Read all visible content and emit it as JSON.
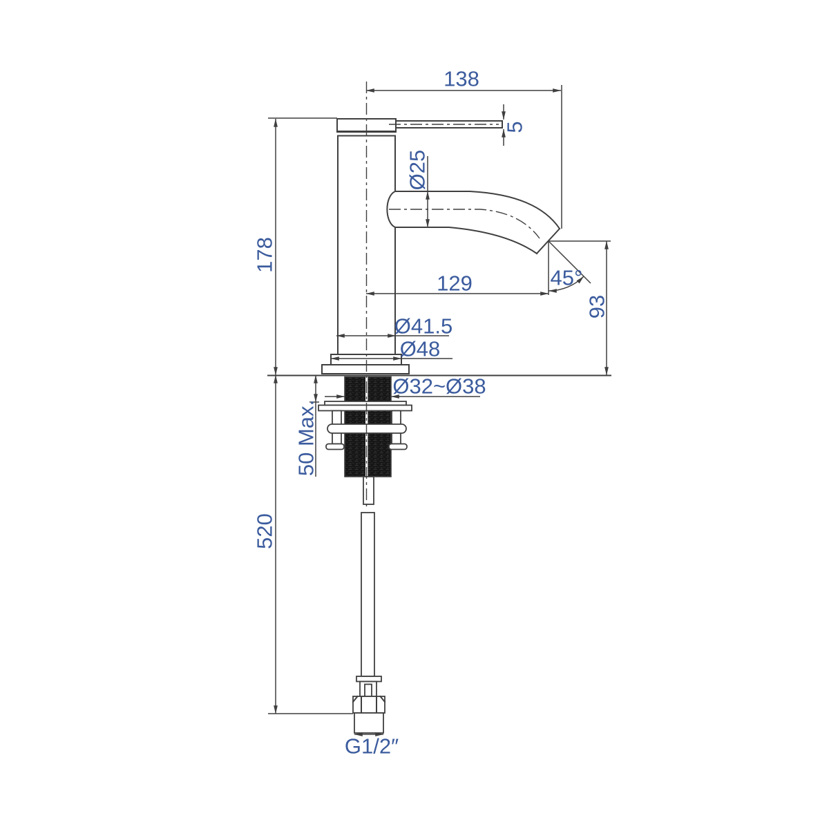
{
  "drawing": {
    "dimensions": {
      "spout_height_offset": "138",
      "lever_thickness": "5",
      "spout_diameter": "Ø25",
      "body_height": "178",
      "spout_reach": "129",
      "outlet_angle": "45°",
      "outlet_height": "93",
      "body_diameter": "Ø41.5",
      "base_diameter": "Ø48",
      "hole_range": "Ø32~Ø38",
      "deck_max": "50 Max.",
      "hose_length": "520",
      "thread_size": "G1/2″"
    },
    "colors": {
      "background": "#ffffff",
      "line": "#3f3f3f",
      "dimension_text": "#3b5b9d",
      "thread_fill": "#161616"
    }
  }
}
